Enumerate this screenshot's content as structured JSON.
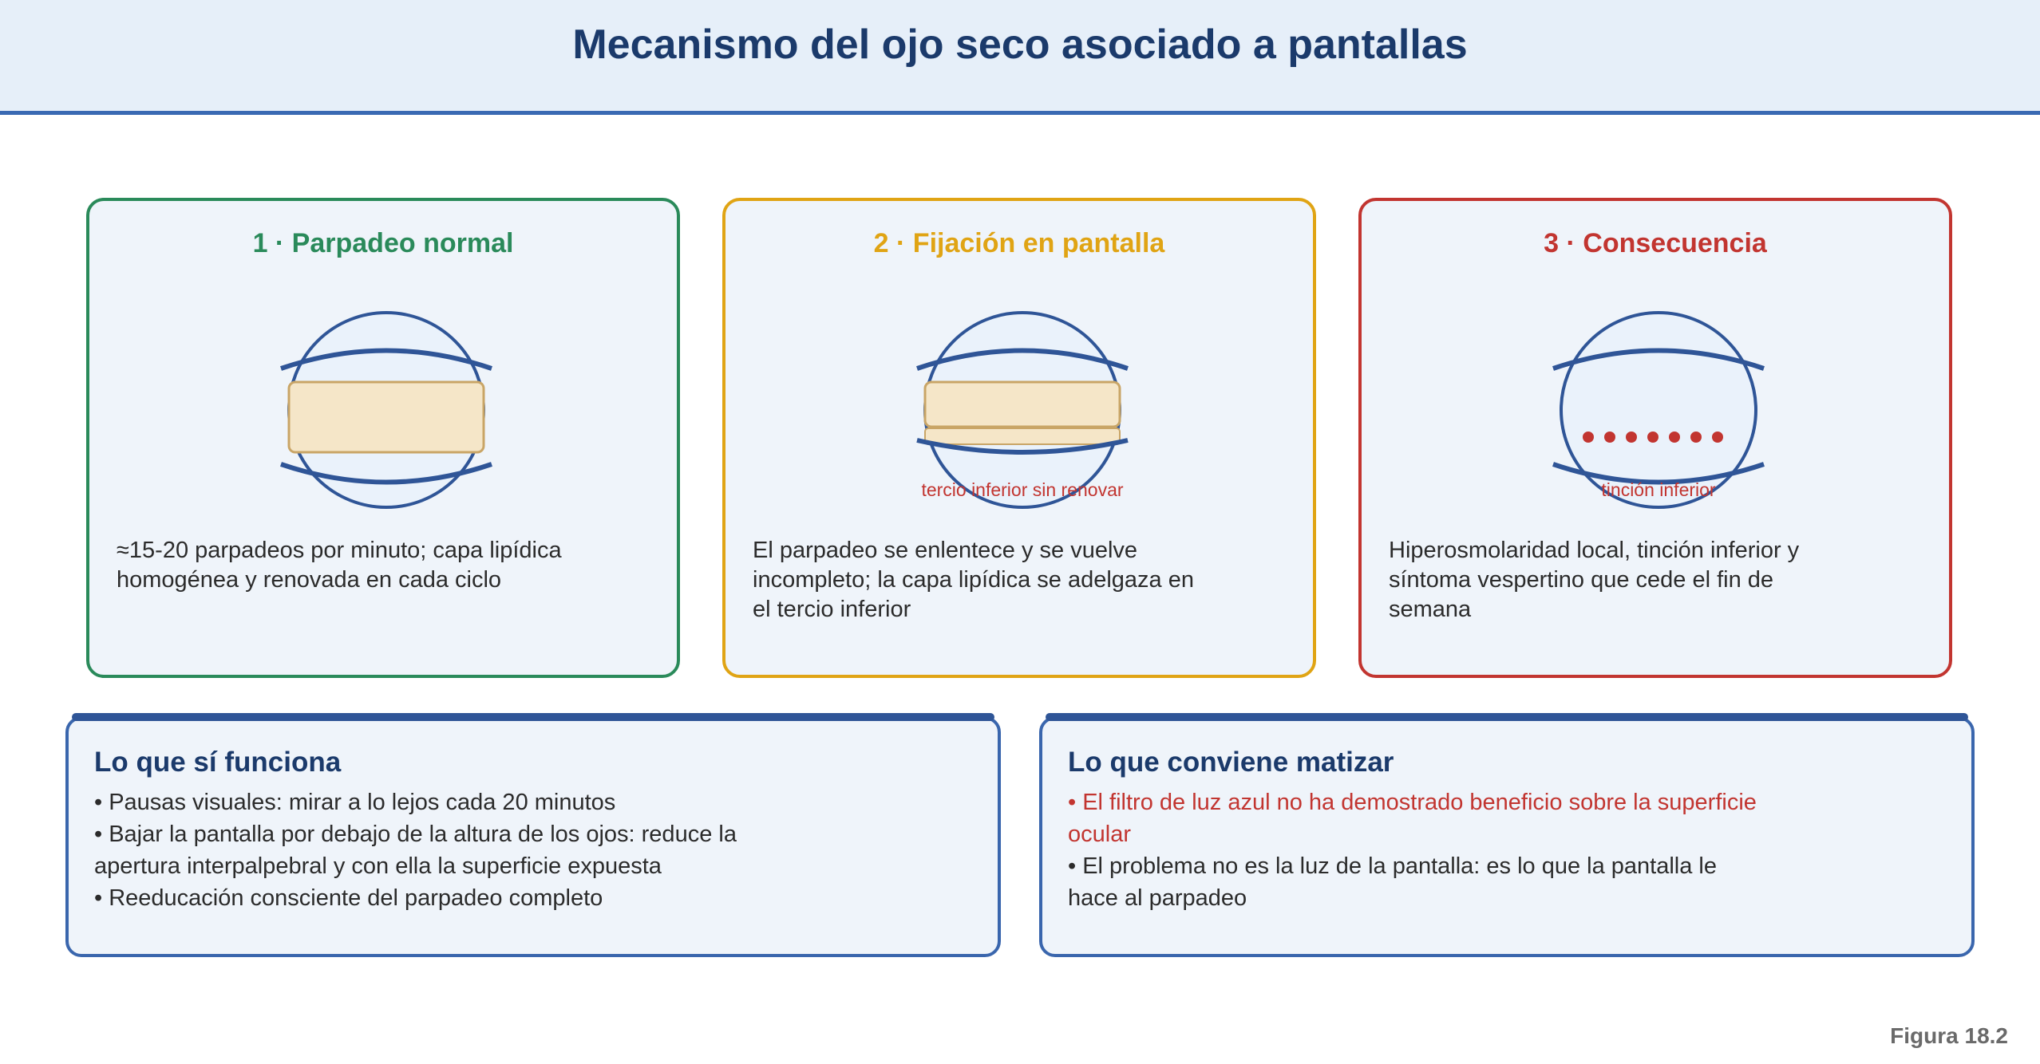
{
  "header": {
    "title": "Mecanismo del ojo seco asociado a pantallas"
  },
  "colors": {
    "normal": "#2a8a5a",
    "fixation": "#e0a414",
    "consequence": "#c23530",
    "eye_stroke": "#2f5597",
    "eye_fill": "#eaf2fb",
    "tear_film": "#f5e6c8",
    "tear_film_border": "#c9a566"
  },
  "steps": [
    {
      "title": "1 · Parpadeo normal",
      "description": "≈15-20 parpadeos por minuto; capa lipídica homogénea y renovada en cada ciclo"
    },
    {
      "title": "2 · Fijación en pantalla",
      "annotation": "tercio inferior sin renovar",
      "description": "El parpadeo se enlentece y se vuelve incompleto; la capa lipídica se adelgaza en el tercio inferior"
    },
    {
      "title": "3 · Consecuencia",
      "annotation": "tinción inferior",
      "description": "Hiperosmolaridad local, tinción inferior y síntoma vespertino que cede el fin de semana"
    }
  ],
  "works": {
    "title": "Lo que sí funciona",
    "items": [
      "• Pausas visuales: mirar a lo lejos cada 20 minutos",
      "• Bajar la pantalla por debajo de la altura de los ojos: reduce la apertura interpalpebral y con ella la superficie expuesta",
      "• Reeducación consciente del parpadeo completo"
    ]
  },
  "nuance": {
    "title": "Lo que conviene matizar",
    "items": [
      "• El filtro de luz azul no ha demostrado beneficio sobre la superficie ocular",
      "• El problema no es la luz de la pantalla: es lo que la pantalla le hace al parpadeo"
    ]
  },
  "figure_label": "Figura 18.2"
}
